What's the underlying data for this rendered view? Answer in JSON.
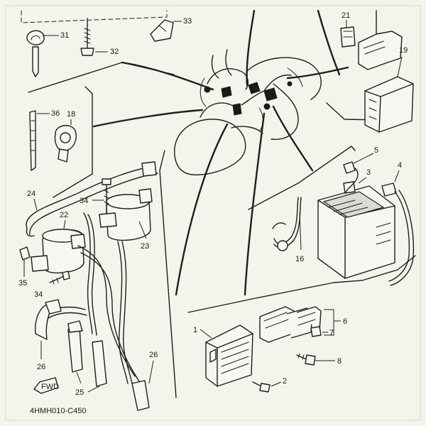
{
  "figure": {
    "part_code": "4HMH010-C450"
  },
  "callouts": {
    "c1": "1",
    "c2": "2",
    "c3": "3",
    "c4": "4",
    "c5": "5",
    "c6": "6",
    "c7": "7",
    "c8": "8",
    "c16": "16",
    "c18": "18",
    "c19": "19",
    "c21": "21",
    "c22": "22",
    "c23": "23",
    "c24": "24",
    "c25": "25",
    "c26a": "26",
    "c26b": "26",
    "c31": "31",
    "c32": "32",
    "c33": "33",
    "c34a": "34",
    "c34b": "34",
    "c35": "35",
    "c36": "36"
  },
  "fwd_label": "FWD"
}
